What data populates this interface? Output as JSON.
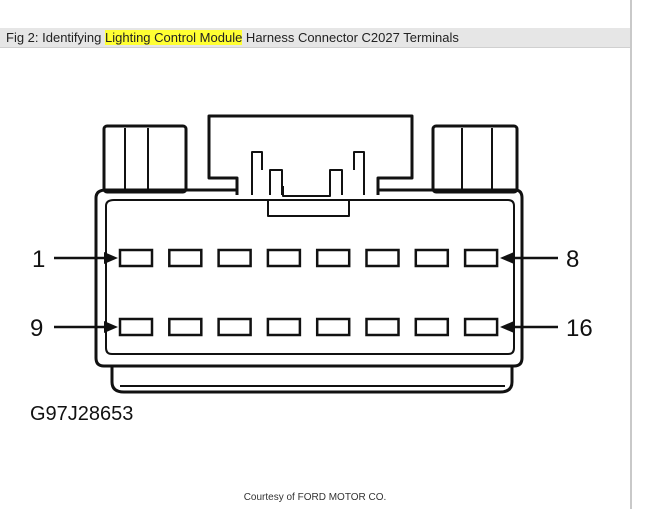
{
  "caption": {
    "prefix": "Fig 2: Identifying ",
    "highlight": "Lighting Control Module",
    "suffix": " Harness Connector C2027 Terminals"
  },
  "diagram": {
    "pin_labels": {
      "top_left": "1",
      "top_right": "8",
      "bottom_left": "9",
      "bottom_right": "16"
    },
    "terminals_per_row": 8,
    "figure_id": "G97J28653"
  },
  "courtesy": "Courtesy of FORD MOTOR CO.",
  "colors": {
    "highlight": "#ffff33",
    "caption_bar": "#e6e6e6",
    "line": "#111111"
  }
}
